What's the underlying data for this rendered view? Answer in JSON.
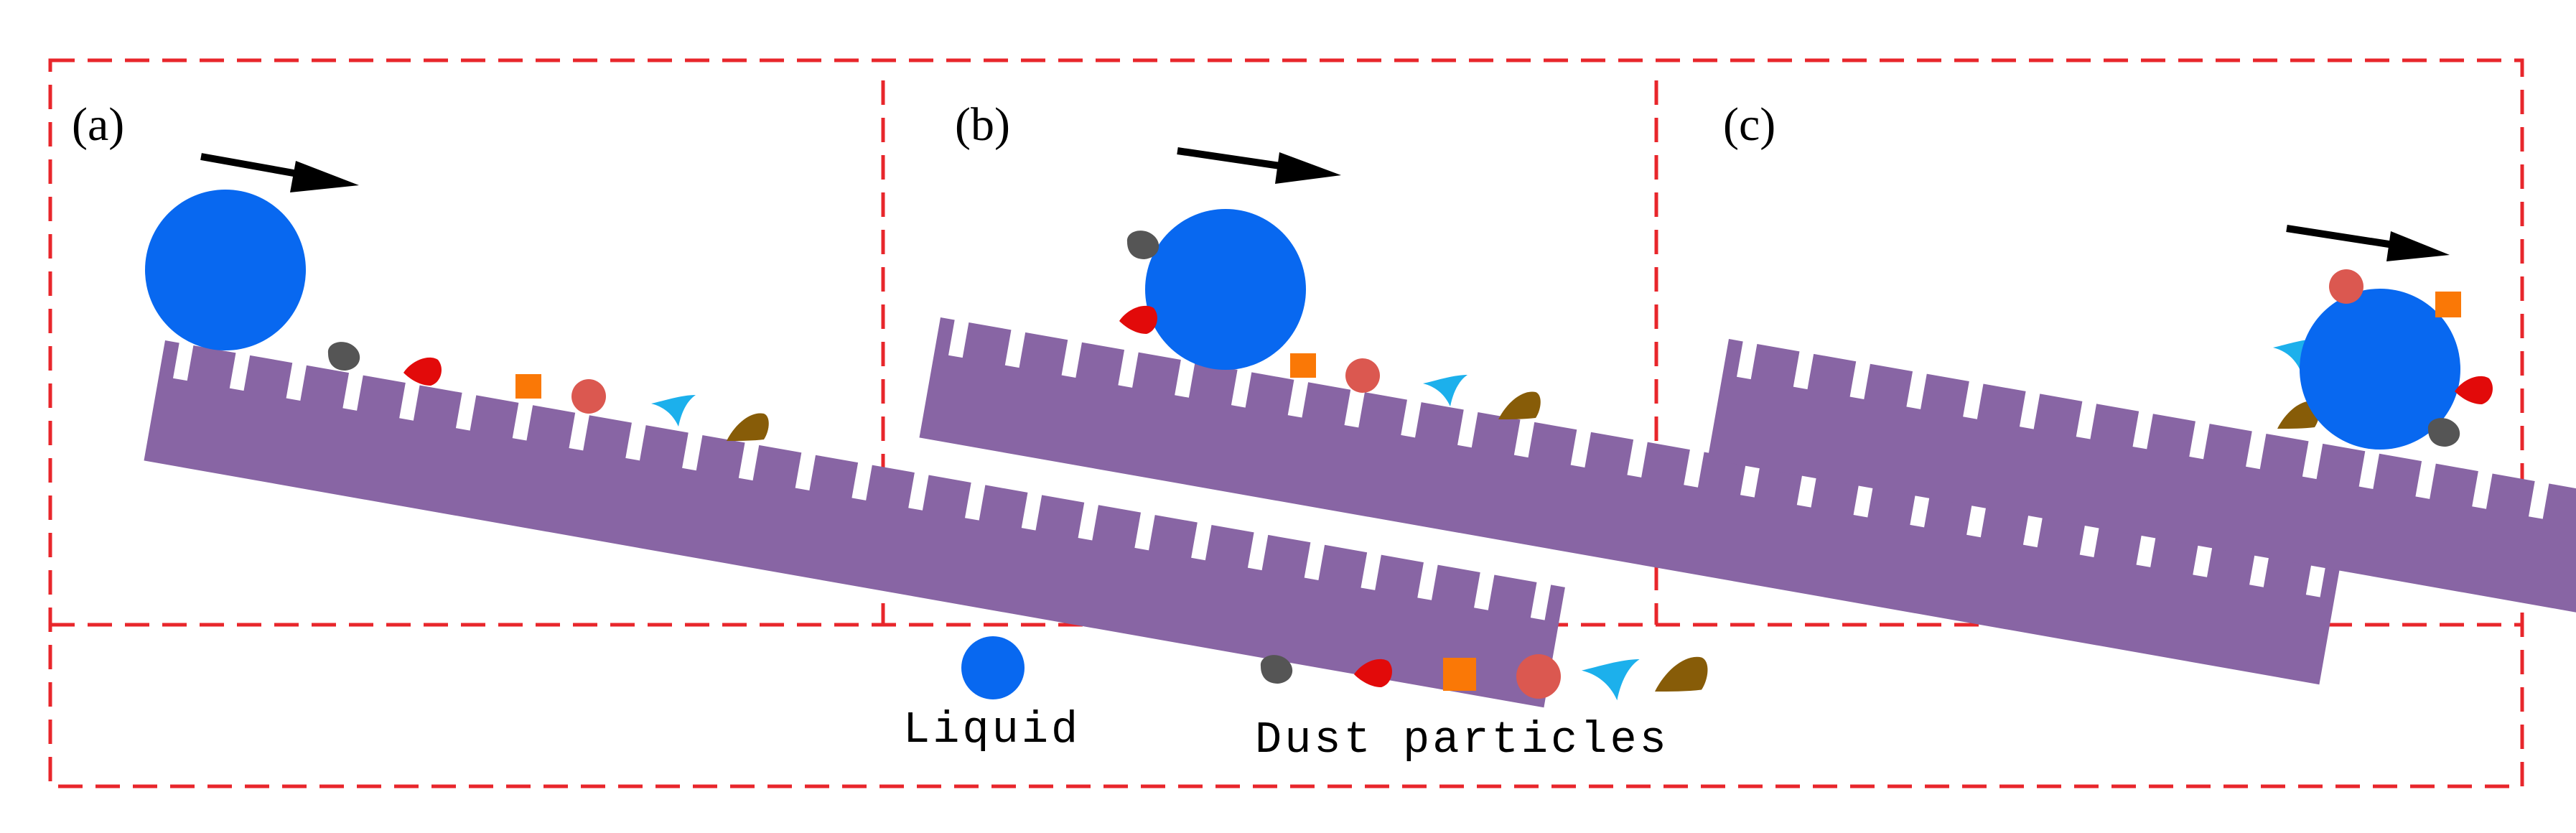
{
  "panels": [
    {
      "label": "(a)"
    },
    {
      "label": "(b)"
    },
    {
      "label": "(c)"
    }
  ],
  "legend": {
    "liquid_label": "Liquid",
    "dust_label": "Dust particles"
  },
  "colors": {
    "frame_dash": "#e8262b",
    "droplet": "#0868f0",
    "substrate": "#8865a4",
    "arrow": "#000000",
    "dust_dark_gray": "#555555",
    "dust_red": "#e20a0a",
    "dust_orange": "#fa7806",
    "dust_salmon": "#db5850",
    "dust_cyan": "#1cb0ec",
    "dust_brown": "#875c08"
  },
  "icons": [
    "motion-arrow-icon",
    "liquid-droplet-icon",
    "dust-particle-icon"
  ]
}
